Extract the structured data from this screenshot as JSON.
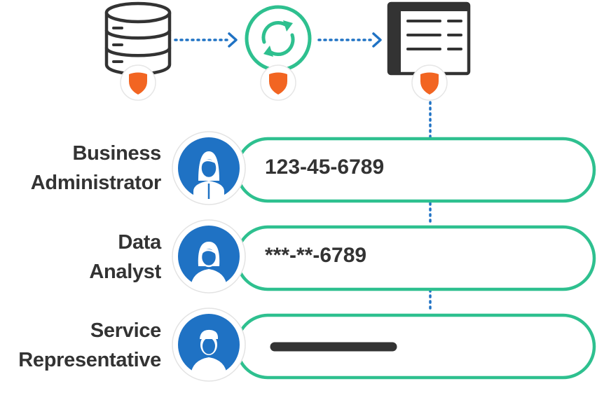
{
  "colors": {
    "green": "#2ec08f",
    "blue": "#1f72c4",
    "orange": "#f26522",
    "dark": "#333333"
  },
  "pipeline": {
    "icons": [
      "database-icon",
      "sync-icon",
      "document-icon"
    ],
    "badge_icon": "shield-icon",
    "connector": "dotted-arrow"
  },
  "roles": [
    {
      "line1": "Business",
      "line2": "Administrator",
      "avatar": "business-administrator-avatar",
      "value": "123-45-6789",
      "view": "full"
    },
    {
      "line1": "Data",
      "line2": "Analyst",
      "avatar": "data-analyst-avatar",
      "value": "***-**-6789",
      "view": "masked"
    },
    {
      "line1": "Service",
      "line2": "Representative",
      "avatar": "service-representative-avatar",
      "value": "",
      "view": "redacted"
    }
  ]
}
